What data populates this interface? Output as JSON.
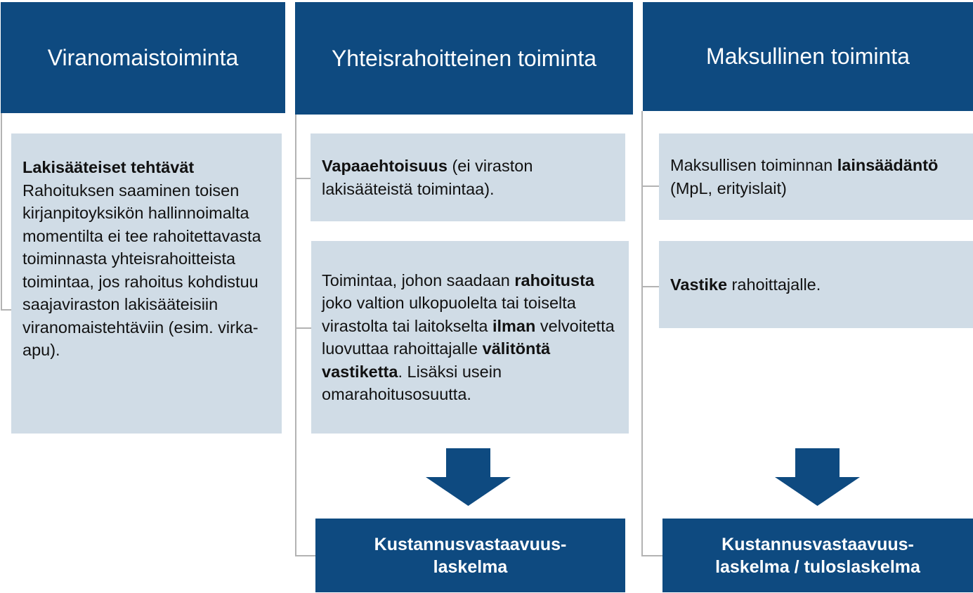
{
  "colors": {
    "header_bg": "#0e4a80",
    "box_bg": "#d0dce6",
    "connector": "#b3b3b3"
  },
  "columns": [
    {
      "header": "Viranomaistoiminta",
      "boxes": [
        {
          "segments": [
            {
              "text": "Lakisääteiset tehtävät",
              "bold": true
            },
            {
              "text": "\n",
              "bold": false
            },
            {
              "text": "Rahoituksen saaminen toisen kirjanpitoyksikön hallinnoimalta momentilta ei tee rahoitettavasta toiminnasta yhteisrahoitteista toimintaa, jos rahoitus kohdistuu saajaviraston lakisääteisiin viranomaistehtäviin (esim. virka-apu).",
              "bold": false
            }
          ]
        }
      ]
    },
    {
      "header": "Yhteisrahoitteinen toiminta",
      "boxes": [
        {
          "segments": [
            {
              "text": "Vapaaehtoisuus",
              "bold": true
            },
            {
              "text": " (ei viraston lakisääteistä toimintaa).",
              "bold": false
            }
          ]
        },
        {
          "segments": [
            {
              "text": "Toimintaa, johon saadaan ",
              "bold": false
            },
            {
              "text": "rahoitusta",
              "bold": true
            },
            {
              "text": " joko valtion ulkopuolelta tai toiselta virastolta tai laitokselta ",
              "bold": false
            },
            {
              "text": "ilman",
              "bold": true
            },
            {
              "text": " velvoitetta luovuttaa rahoittajalle ",
              "bold": false
            },
            {
              "text": "välitöntä vastiketta",
              "bold": true
            },
            {
              "text": ". Lisäksi usein omarahoitusosuutta.",
              "bold": false
            }
          ]
        }
      ],
      "result": {
        "line1": "Kustannusvastaavuus-",
        "line2": "laskelma"
      }
    },
    {
      "header": "Maksullinen toiminta",
      "boxes": [
        {
          "segments": [
            {
              "text": "Maksullisen toiminnan ",
              "bold": false
            },
            {
              "text": "lainsäädäntö",
              "bold": true
            },
            {
              "text": " (MpL, erityislait)",
              "bold": false
            }
          ]
        },
        {
          "segments": [
            {
              "text": "Vastike",
              "bold": true
            },
            {
              "text": " rahoittajalle.",
              "bold": false
            }
          ]
        }
      ],
      "result": {
        "line1": "Kustannusvastaavuus-",
        "line2": "laskelma / tuloslaskelma"
      }
    }
  ]
}
